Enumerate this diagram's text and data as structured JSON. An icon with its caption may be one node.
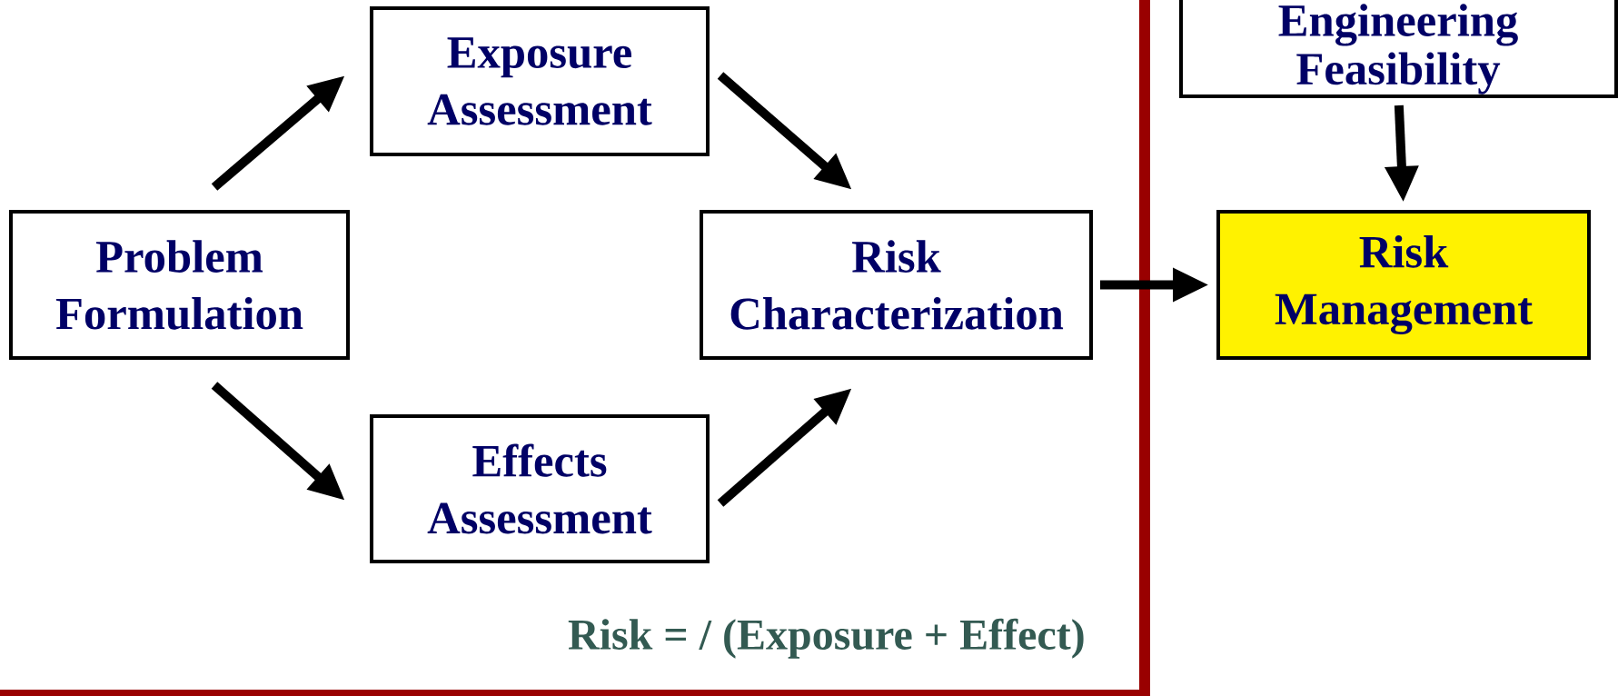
{
  "diagram": {
    "nodes": [
      {
        "text": [
          "Risk = / (Exposure + Effect)"
        ]
      },
      {
        "text": [
          "Problem Formulation"
        ],
        "in": 0
      },
      {
        "text": [
          "Exposure Assessment"
        ],
        "in": 0
      },
      {
        "text": [
          "Effects Assessment"
        ],
        "in": 0
      },
      {
        "text": [
          "Risk Characterization"
        ],
        "in": 0
      },
      {
        "text": [
          "Engineering Feasibility"
        ]
      },
      {
        "text": [
          "Risk Management"
        ]
      }
    ],
    "edges": [
      {
        "from": 1,
        "to": 2,
        "arrow": "to"
      },
      {
        "from": 1,
        "to": 3,
        "arrow": "to"
      },
      {
        "from": 2,
        "to": 4,
        "arrow": "to"
      },
      {
        "from": 3,
        "to": 4,
        "arrow": "to"
      },
      {
        "from": 4,
        "to": 6,
        "arrow": "to"
      },
      {
        "from": 5,
        "to": 6,
        "arrow": "to"
      }
    ]
  }
}
